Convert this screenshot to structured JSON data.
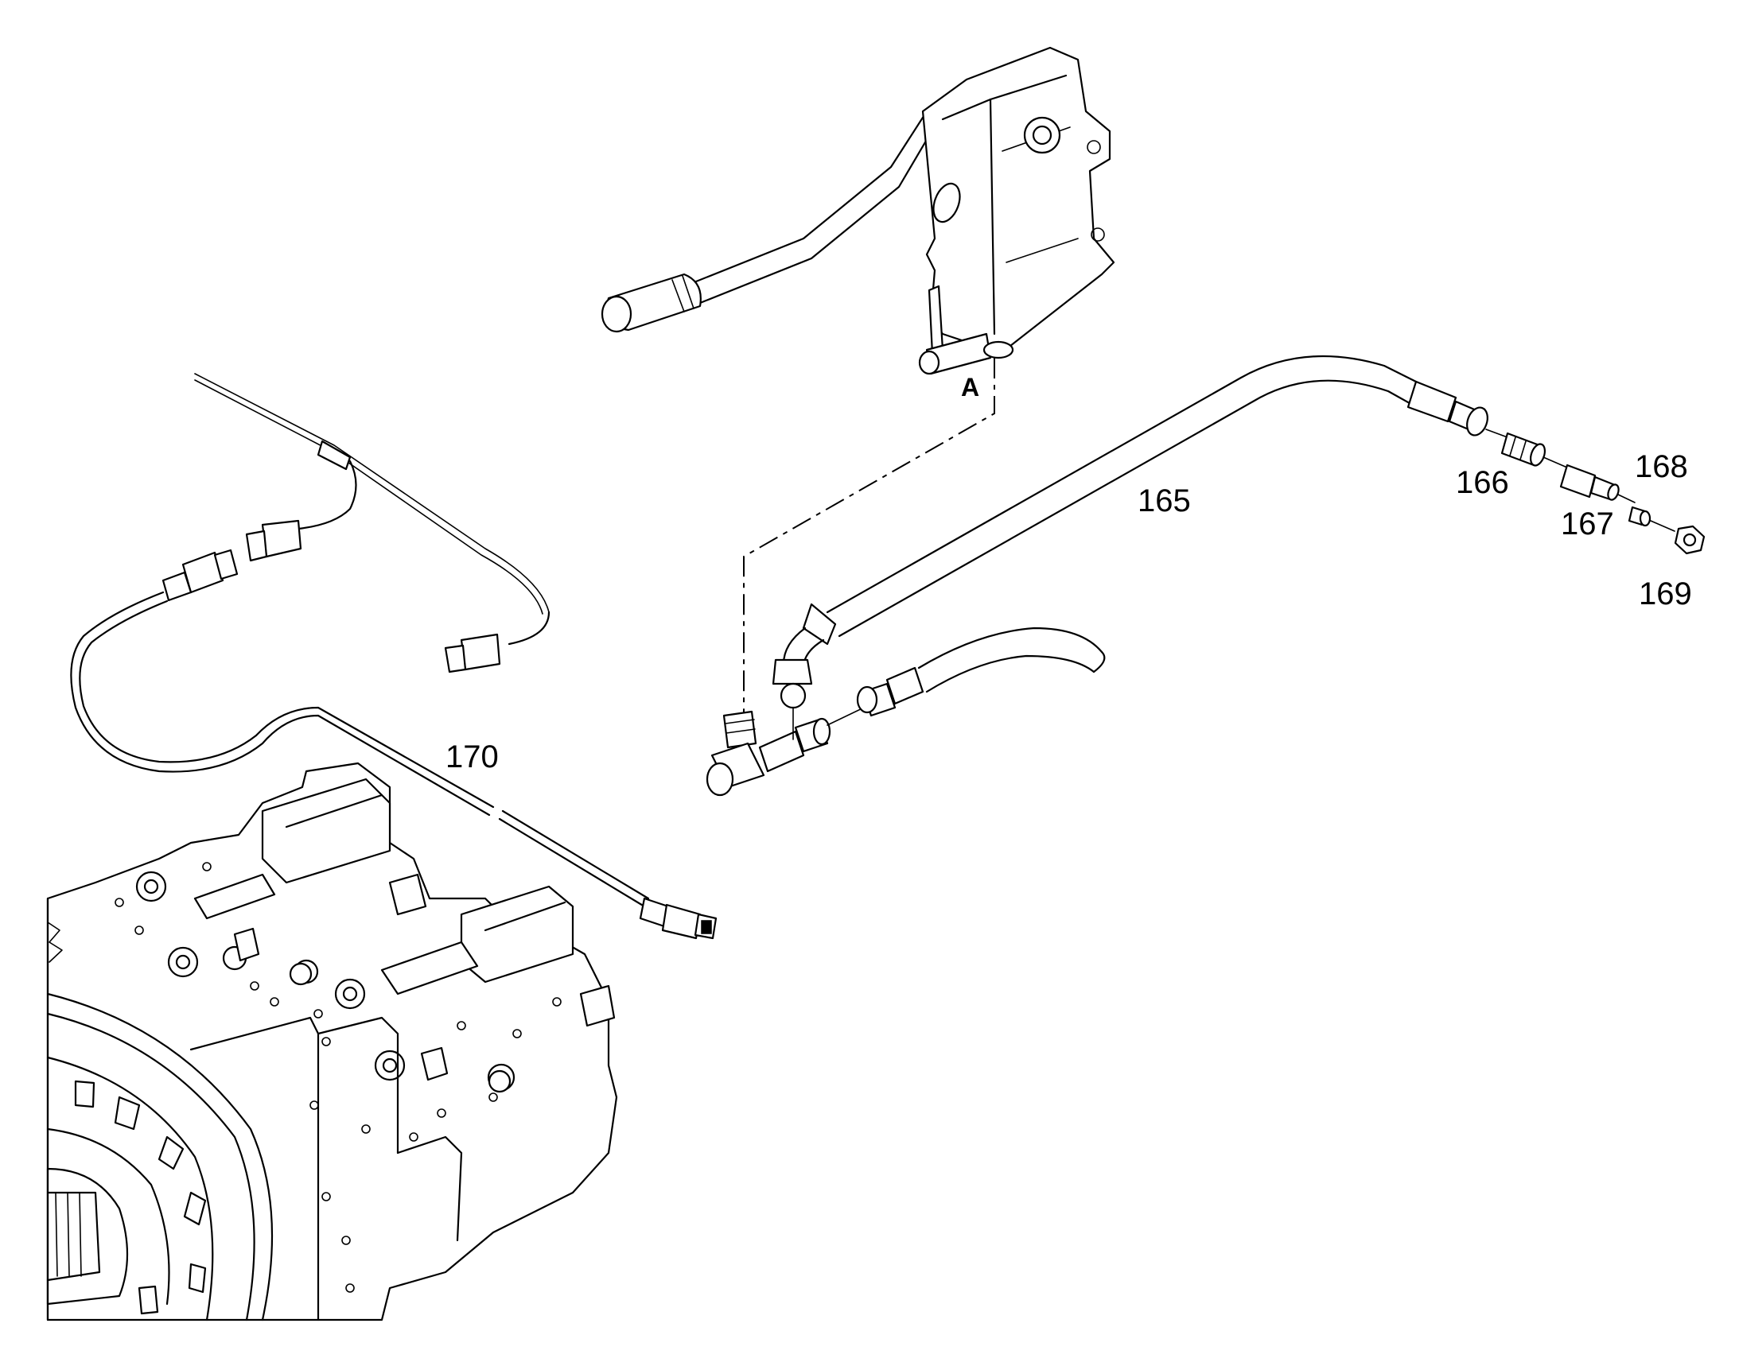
{
  "callouts": {
    "item_165": "165",
    "item_166": "166",
    "item_167": "167",
    "item_168": "168",
    "item_169": "169",
    "item_170": "170",
    "view_ref_a": "A"
  },
  "colors": {
    "line": "#000000",
    "background": "#ffffff"
  }
}
